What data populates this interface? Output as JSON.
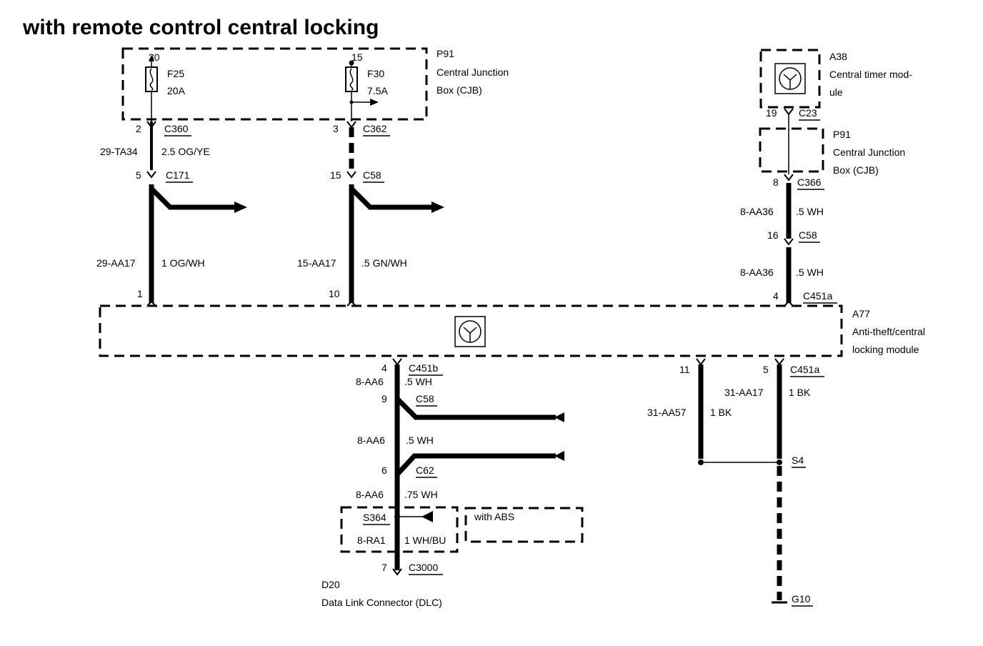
{
  "title": "with remote control central locking",
  "p91_top": {
    "id": "P91",
    "line1": "Central Junction",
    "line2": "Box (CJB)"
  },
  "fuse_f25": {
    "pin": "30",
    "name": "F25",
    "rating": "20A"
  },
  "fuse_f30": {
    "pin": "15",
    "name": "F30",
    "rating": "7.5A"
  },
  "a38": {
    "id": "A38",
    "line1": "Central timer mod-",
    "line2": "ule"
  },
  "p91_right": {
    "id": "P91",
    "line1": "Central Junction",
    "line2": "Box (CJB)"
  },
  "a77": {
    "id": "A77",
    "line1": "Anti-theft/central",
    "line2": "locking module"
  },
  "d20": {
    "id": "D20",
    "name": "Data Link Connector (DLC)"
  },
  "abs_note": "with ABS",
  "circuit_left": {
    "c360_pin": "2",
    "c360": "C360",
    "wire_a": "29-TA34",
    "wire_a_spec": "2.5 OG/YE",
    "c171_pin": "5",
    "c171": "C171",
    "wire_b": "29-AA17",
    "wire_b_spec": "1 OG/WH",
    "a77_pin": "1"
  },
  "circuit_mid": {
    "c362_pin": "3",
    "c362": "C362",
    "c58_pin": "15",
    "c58": "C58",
    "wire": "15-AA17",
    "wire_spec": ".5 GN/WH",
    "a77_pin": "10"
  },
  "circuit_right": {
    "c23_pin": "19",
    "c23": "C23",
    "c366_pin": "8",
    "c366": "C366",
    "wire_a": "8-AA36",
    "wire_a_spec": ".5 WH",
    "c58_pin": "16",
    "c58": "C58",
    "wire_b": "8-AA36",
    "wire_b_spec": ".5 WH",
    "a77_pin": "4",
    "a77_conn": "C451a"
  },
  "circuit_dlc": {
    "c451b_pin": "4",
    "c451b": "C451b",
    "wire_a": "8-AA6",
    "wire_a_spec": ".5 WH",
    "c58_pin": "9",
    "c58": "C58",
    "wire_b": "8-AA6",
    "wire_b_spec": ".5 WH",
    "c62_pin": "6",
    "c62": "C62",
    "wire_c": "8-AA6",
    "wire_c_spec": ".75 WH",
    "s364": "S364",
    "wire_d": "8-RA1",
    "wire_d_spec": "1 WH/BU",
    "c3000_pin": "7",
    "c3000": "C3000"
  },
  "circuit_ground": {
    "pin_11": "11",
    "pin_5": "5",
    "conn": "C451a",
    "wire_a": "31-AA17",
    "wire_a_spec": "1 BK",
    "wire_b": "31-AA57",
    "wire_b_spec": "1 BK",
    "splice": "S4",
    "ground": "G10"
  }
}
